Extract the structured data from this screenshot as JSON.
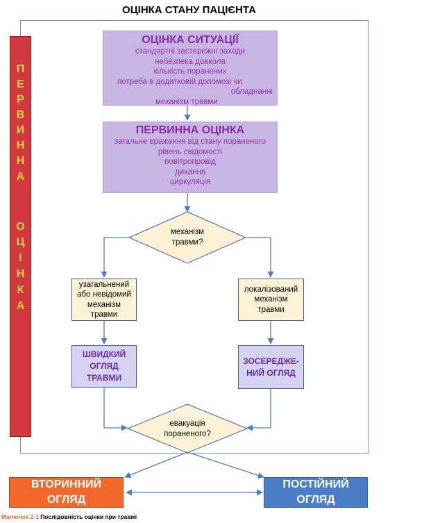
{
  "title": "ОЦІНКА СТАНУ ПАЦІЄНТА",
  "sidebar": {
    "letters_top": [
      "П",
      "Е",
      "Р",
      "В",
      "И",
      "Н",
      "Н",
      "А"
    ],
    "letters_bottom": [
      "О",
      "Ц",
      "І",
      "Н",
      "К",
      "А"
    ]
  },
  "situation": {
    "heading": "ОЦІНКА СИТУАЦІЇ",
    "lines": [
      "стандартні застережні заходи",
      "небезпека довкола",
      "кількість поранених",
      "потреба в додатковій допомозі чи",
      "обладнанні",
      "механізм травми"
    ]
  },
  "primary": {
    "heading": "ПЕРВИННА ОЦІНКА",
    "lines": [
      "загальне враження від стану пораненого",
      "рівень свідомості",
      "повітропровід",
      "дихання",
      "циркуляція"
    ]
  },
  "decision_mechanism": [
    "механізм",
    "травми?"
  ],
  "generalized": [
    "узагальнений",
    "або невідомий",
    "механізм",
    "травми"
  ],
  "localized": [
    "локалізований",
    "механізм",
    "травми"
  ],
  "rapid_review": [
    "ШВИДКИЙ",
    "ОГЛЯД",
    "ТРАВМИ"
  ],
  "focused_review": [
    "ЗОСЕРЕДЖЕ-",
    "НИЙ ОГЛЯД"
  ],
  "decision_evacuation": [
    "евакуація",
    "пораненого?"
  ],
  "secondary": [
    "ВТОРИННИЙ",
    "ОГЛЯД"
  ],
  "ongoing": [
    "ПОСТІЙНИЙ",
    "ОГЛЯД"
  ],
  "caption": {
    "figure": "Малюнок 2-1",
    "text": "Послідовність оцінки при травмі"
  },
  "colors": {
    "sidebar": "#d2393f",
    "sidebar_text": "#f4d142",
    "purple_box": "#c7b5e4",
    "purple_text": "#8c2aa0",
    "cream_box": "#fdf2d6",
    "lavender_box": "#d5d3f1",
    "secondary": "#f26a2b",
    "ongoing": "#4a7fc8",
    "connector": "#4a7fc8"
  }
}
